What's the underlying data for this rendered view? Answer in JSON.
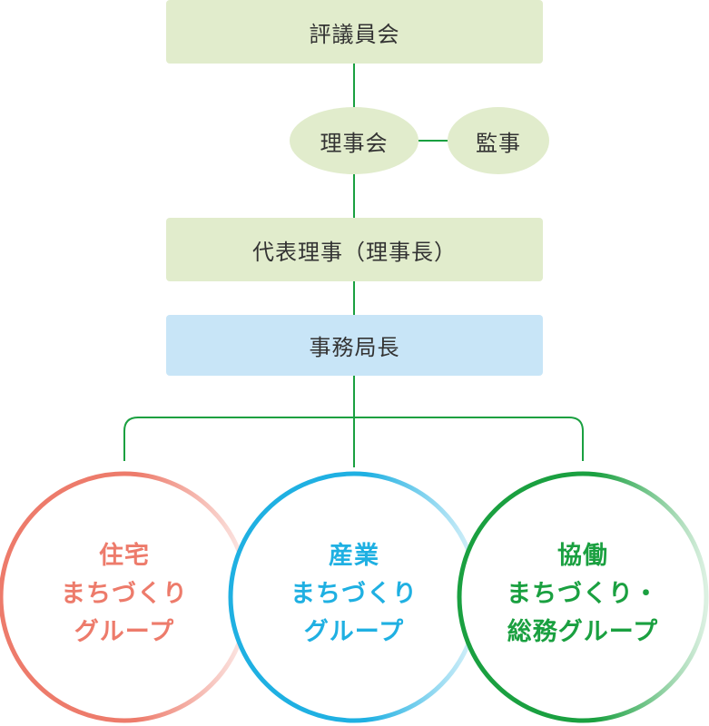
{
  "council": "評議員会",
  "board": "理事会",
  "auditor": "監事",
  "representative": "代表理事（理事長）",
  "secretary_general": "事務局長",
  "groups": [
    {
      "lines": [
        "住宅",
        "まちづくり",
        "グループ"
      ],
      "color": "#ed7b6b"
    },
    {
      "lines": [
        "産業",
        "まちづくり",
        "グループ"
      ],
      "color": "#1fb0e2"
    },
    {
      "lines": [
        "協働",
        "まちづくり・",
        "総務グループ"
      ],
      "color": "#1aa040"
    }
  ],
  "connector_color": "#1aa040"
}
